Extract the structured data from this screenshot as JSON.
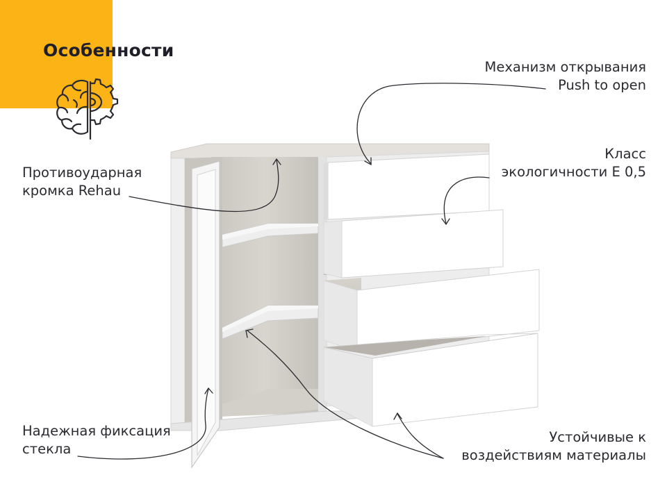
{
  "header": {
    "title": "Особенности",
    "icon": "brain-gear-icon"
  },
  "colors": {
    "accent": "#fbb316",
    "text": "#2a2a30",
    "panel_white": "#f7f7f7",
    "wood": "#cfcbc5"
  },
  "features": {
    "push_to_open": {
      "line1": "Механизм открывания",
      "line2": "Push to open"
    },
    "eco_class": {
      "line1": "Класс",
      "line2": "экологичности Е 0,5"
    },
    "edge": {
      "line1": "Противоударная",
      "line2": "кромка Rehau"
    },
    "glass": {
      "line1": "Надежная фиксация",
      "line2": "стекла"
    },
    "materials": {
      "line1": "Устойчивые к",
      "line2": "воздействиям материалы"
    }
  }
}
